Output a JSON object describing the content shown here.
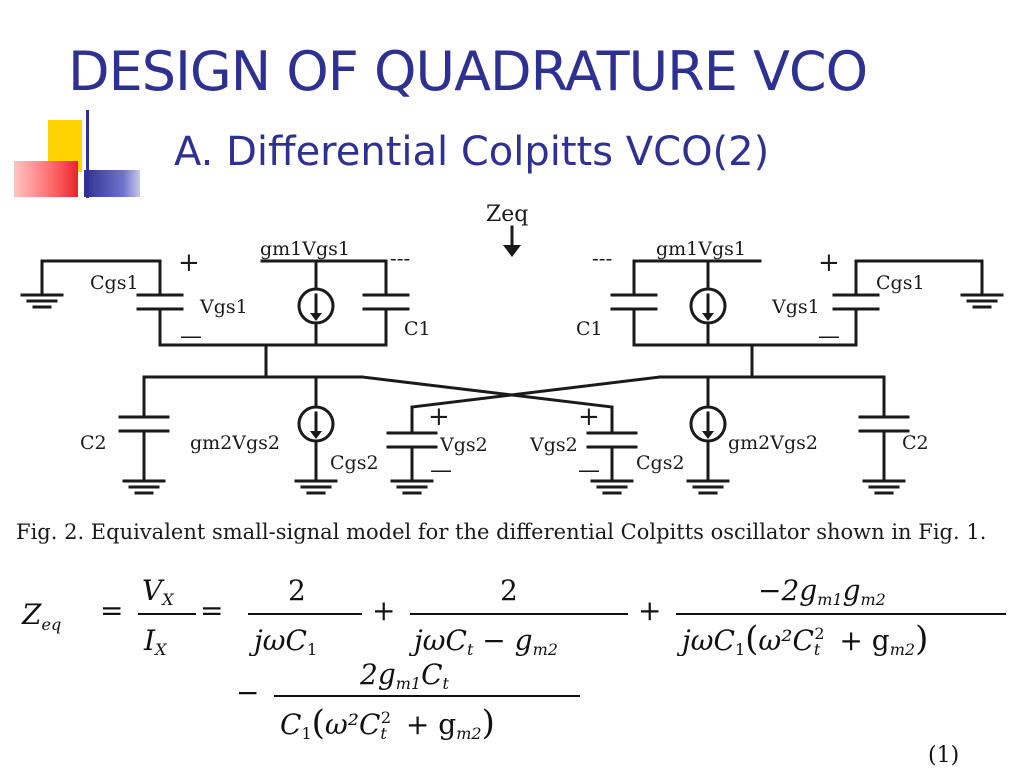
{
  "slide": {
    "title": "DESIGN OF QUADRATURE VCO",
    "subtitle": "A. Differential Colpitts VCO(2)"
  },
  "colors": {
    "title": "#2e3192",
    "deco_yellow": "#ffd300",
    "deco_blue": "#2e3192",
    "deco_red": "#e8232a",
    "circuit_ink": "#1a1a1a"
  },
  "figure": {
    "labels": {
      "zeq": "Zeq",
      "gm1vgs1": "gm1Vgs1",
      "cgs1": "Cgs1",
      "vgs1": "Vgs1",
      "c1": "C1",
      "c2": "C2",
      "gm2vgs2": "gm2Vgs2",
      "vgs2": "Vgs2",
      "cgs2": "Cgs2",
      "plus": "+",
      "minus": "—",
      "dashes": "---"
    },
    "caption": "Fig. 2. Equivalent small-signal model for the differential Colpitts oscillator shown in Fig. 1."
  },
  "equation": {
    "lhs": "Z",
    "lhs_sub": "eq",
    "vx": "V",
    "vx_sub": "X",
    "ix": "I",
    "ix_sub": "X",
    "equals": "=",
    "plus": "+",
    "minus": "−",
    "t1_num": "2",
    "t1_den": "jωC",
    "t1_den_sub": "1",
    "t2_num": "2",
    "t2_den_a": "jωC",
    "t2_den_a_sub": "t",
    "t2_den_b": "− g",
    "t2_den_b_sub": "m2",
    "t3_num": "−2g",
    "t3_num_sub1": "m1",
    "t3_num_g": "g",
    "t3_num_sub2": "m2",
    "t3_den": "jωC",
    "t3_den_sub": "1",
    "paren_inner": "ω²C",
    "paren_inner_sub": "t",
    "paren_sup": "2",
    "paren_plus": "+ g",
    "paren_g_sub": "m2",
    "t4_num": "2g",
    "t4_num_sub": "m1",
    "t4_num_c": "C",
    "t4_num_c_sub": "t",
    "t4_den": "C",
    "t4_den_sub": "1",
    "number": "(1)"
  }
}
